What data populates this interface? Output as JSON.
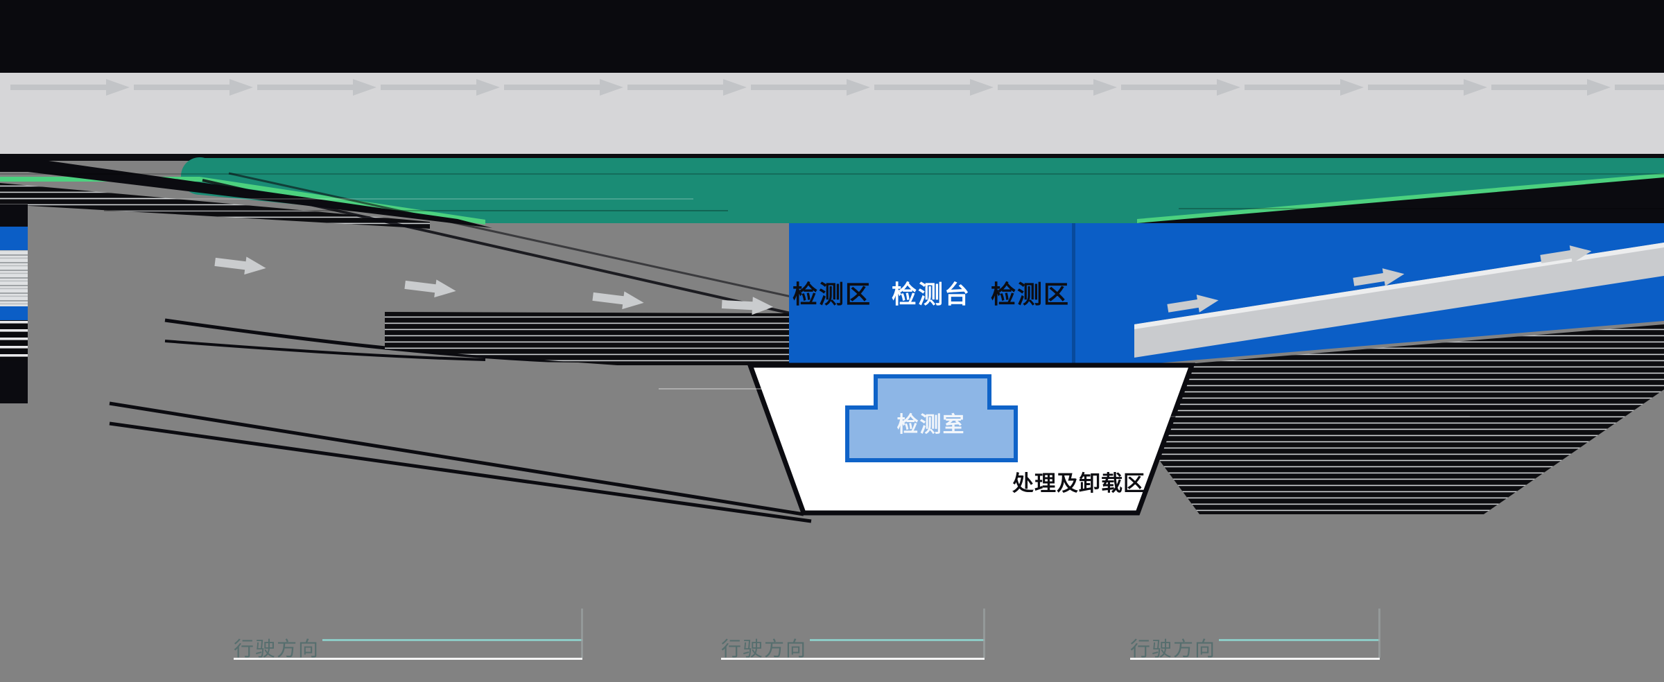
{
  "diagram": {
    "tunnel": {
      "zone_left_label": "检测区",
      "station_label": "检测台",
      "zone_right_label": "检测区"
    },
    "scanner_room_label": "检测室",
    "pit_label": "处理及卸载区",
    "flow_annotations": {
      "left": "行驶方向",
      "middle": "行驶方向",
      "right": "行驶方向"
    },
    "surface_flow_arrow_count": 14,
    "truck_count_entry_ramp": 4,
    "truck_count_exit_ramp": 3,
    "icons": [
      "flow-arrow-icon",
      "truck-arrow-icon"
    ],
    "colors": {
      "top_bar": "#0a0a0e",
      "surface_road": "#d6d6d8",
      "surface_arrow": "#c2c4c7",
      "ground_teal": "#1a8c75",
      "green_edge": "#4cd17f",
      "tunnel_blue": "#0b5ec6",
      "room_fill": "#8db6e6",
      "room_border": "#0f63c8",
      "pit_white": "#ffffff",
      "background_gray": "#828282",
      "annotation_text": "#566e6e",
      "annotation_rule_white": "#f4f4f4",
      "annotation_rule_cyan": "#8fd8d2"
    }
  }
}
